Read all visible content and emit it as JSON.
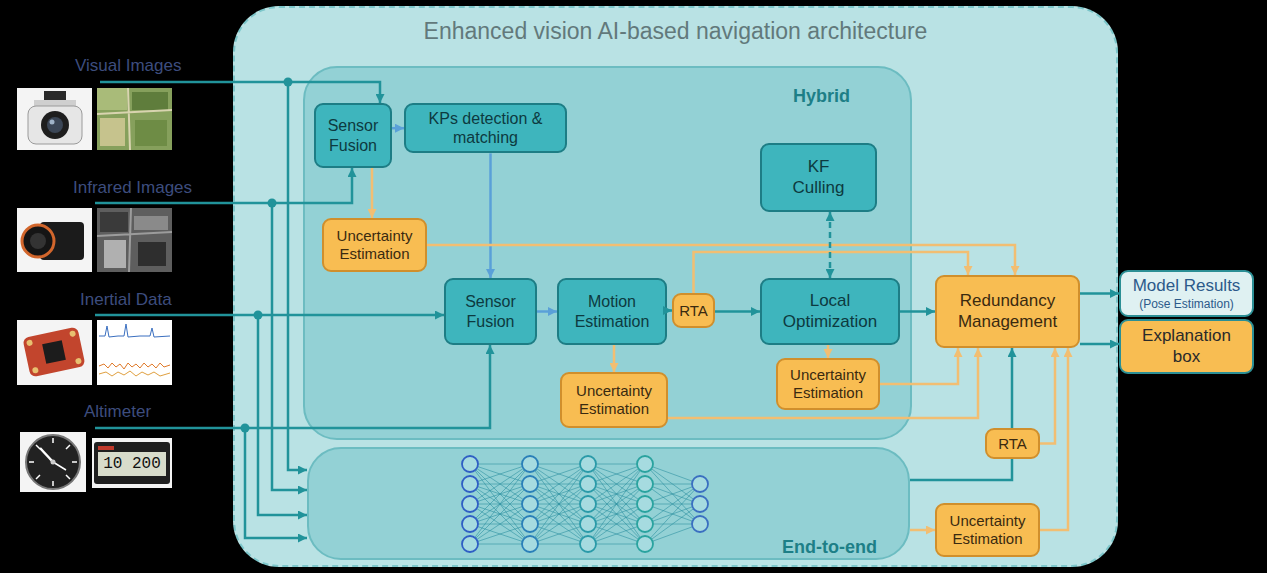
{
  "diagram": {
    "nodes": [
      {
        "text": [
          "Enhanced vision AI-based navigation architecture"
        ]
      },
      {
        "text": [
          "Hybrid"
        ],
        "in": 0
      },
      {
        "text": [
          "Sensor Fusion"
        ],
        "in": 1
      },
      {
        "text": [
          "KPs detection & matching"
        ],
        "in": 1
      },
      {
        "text": [
          "KF Culling"
        ],
        "in": 1
      },
      {
        "text": [
          "Uncertainty Estimation"
        ],
        "in": 1
      },
      {
        "text": [
          "Sensor Fusion"
        ],
        "in": 1
      },
      {
        "text": [
          "Motion Estimation"
        ],
        "in": 1
      },
      {
        "text": [
          "RTA"
        ],
        "in": 1
      },
      {
        "text": [
          "Local Optimization"
        ],
        "in": 1
      },
      {
        "text": [
          "Uncertainty Estimation"
        ],
        "in": 1
      },
      {
        "text": [
          "Uncertainty Estimation"
        ],
        "in": 1
      },
      {
        "text": [
          "Redundancy Management"
        ],
        "in": 0
      },
      {
        "text": [
          "End-to-end"
        ],
        "in": 0
      },
      {
        "text": [
          "RTA"
        ],
        "in": 0
      },
      {
        "text": [
          "Uncertainty Estimation"
        ],
        "in": 0
      },
      {
        "text": [
          "Model Results",
          "(Pose Estimation)"
        ]
      },
      {
        "text": [
          "Explanation box"
        ]
      }
    ],
    "edges": [
      {
        "from": 2,
        "to": 3,
        "arrow": "to"
      },
      {
        "from": 2,
        "to": 5,
        "arrow": "to"
      },
      {
        "from": 3,
        "to": 6,
        "arrow": "to"
      },
      {
        "from": 5,
        "to": 12,
        "arrow": "to"
      },
      {
        "from": 6,
        "to": 7,
        "arrow": "to"
      },
      {
        "from": 7,
        "to": 8,
        "arrow": "to"
      },
      {
        "from": 7,
        "to": 10,
        "arrow": "to"
      },
      {
        "from": 8,
        "to": 9,
        "arrow": "to"
      },
      {
        "from": 8,
        "to": 12,
        "arrow": "to"
      },
      {
        "from": 4,
        "to": 9,
        "arrow": "both"
      },
      {
        "from": 9,
        "to": 11,
        "arrow": "to"
      },
      {
        "from": 9,
        "to": 12,
        "arrow": "to"
      },
      {
        "from": 11,
        "to": 12,
        "arrow": "to"
      },
      {
        "from": 10,
        "to": 12,
        "arrow": "to"
      },
      {
        "from": 13,
        "to": 14,
        "arrow": "none"
      },
      {
        "from": 14,
        "to": 12,
        "arrow": "to"
      },
      {
        "from": 14,
        "to": 12,
        "arrow": "to"
      },
      {
        "from": 13,
        "to": 15,
        "arrow": "to"
      },
      {
        "from": 15,
        "to": 12,
        "arrow": "to"
      },
      {
        "from": 12,
        "to": 16,
        "arrow": "to"
      },
      {
        "from": 12,
        "to": 17,
        "arrow": "to"
      }
    ],
    "labels": [
      "Visual Images",
      "Infrared Images",
      "Inertial Data",
      "Altimeter",
      "10 200"
    ]
  }
}
